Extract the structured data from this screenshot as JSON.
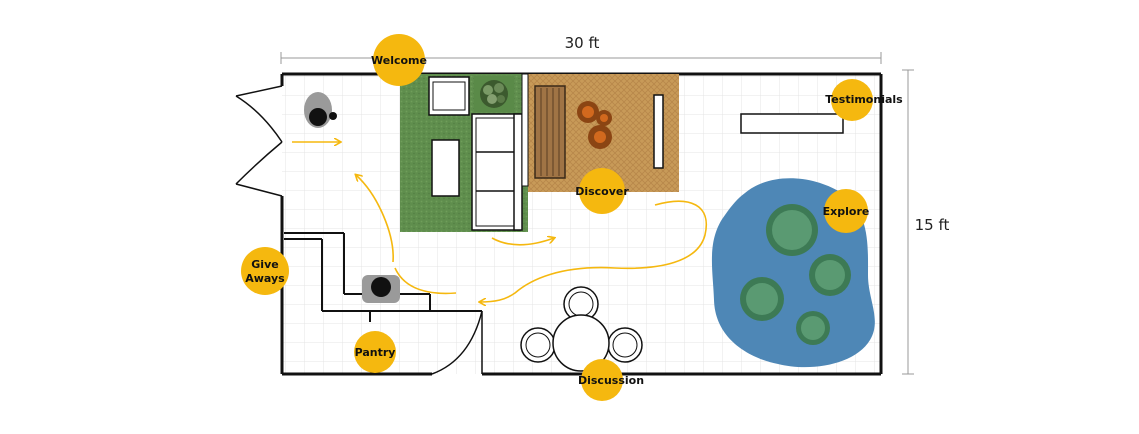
{
  "dimensions": {
    "width_label": "30 ft",
    "height_label": "15 ft"
  },
  "zones": {
    "welcome": "Welcome",
    "testimonials": "Testimonials",
    "discover": "Discover",
    "explore": "Explore",
    "give_aways_line1": "Give",
    "give_aways_line2": "Aways",
    "pantry": "Pantry",
    "discussion": "Discussion"
  },
  "colors": {
    "zone_marker": "#f5b80f",
    "flow_arrow": "#f5b80f",
    "grass_rug": "#5e8d4c",
    "jute_rug": "#c99a5a",
    "pond": "#4f86b5",
    "lily_pad": "#4f8f6a",
    "wall": "#111111",
    "grid": "#e3e3e3"
  }
}
